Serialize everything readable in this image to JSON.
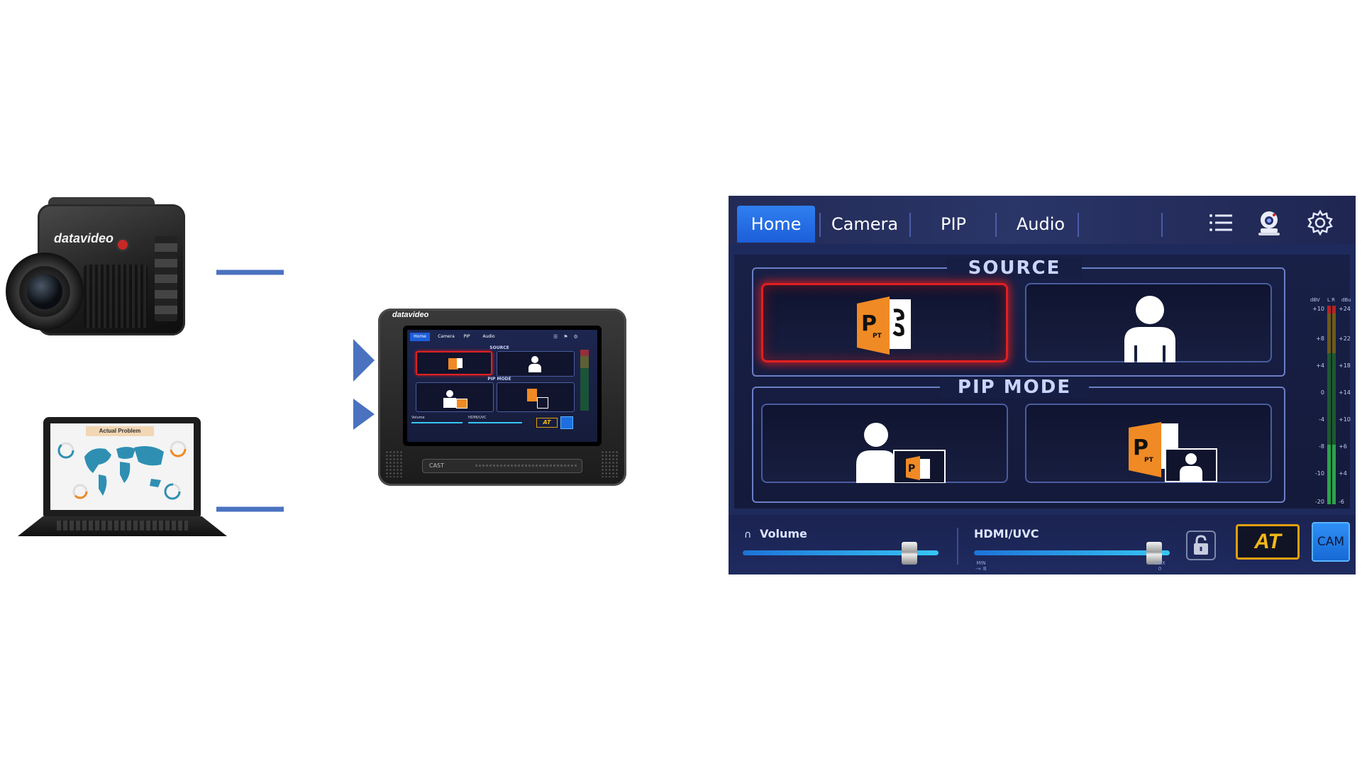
{
  "camera": {
    "brand": "datavideo"
  },
  "laptop": {
    "slide_title": "Actual Problem"
  },
  "device": {
    "brand": "datavideo",
    "footer_logo": "CAST",
    "mini_tabs": [
      "Home",
      "Camera",
      "PIP",
      "Audio"
    ],
    "mini_source": "SOURCE",
    "mini_pip": "PIP MODE",
    "mini_volume": "Volume",
    "mini_hdmi": "HDMI/UVC",
    "mini_at": "AT"
  },
  "panel": {
    "tabs": [
      {
        "label": "Home",
        "active": true
      },
      {
        "label": "Camera",
        "active": false
      },
      {
        "label": "PIP",
        "active": false
      },
      {
        "label": "Audio",
        "active": false
      }
    ],
    "icons": [
      "list-icon",
      "ptz-camera-icon",
      "gear-icon"
    ],
    "source_title": "SOURCE",
    "pip_title": "PIP MODE",
    "meter": {
      "left_header": "dBV",
      "mid_header": "L R",
      "right_header": "dBu",
      "left_scale": [
        "+10",
        "+8",
        "+4",
        "0",
        "-4",
        "-8",
        "-10",
        "-20"
      ],
      "right_scale": [
        "+24",
        "+22",
        "+18",
        "+14",
        "+10",
        "+6",
        "+4",
        "-6"
      ]
    },
    "volume_label": "Volume",
    "volume_level": 0.85,
    "hdmi_label": "HDMI/UVC",
    "hdmi_level": 0.92,
    "hdmi_min": "MIN",
    "hdmi_min_sub": "-∞ B",
    "hdmi_max": "MAX",
    "hdmi_max_sub": "0",
    "at_label": "AT",
    "cam_label": "CAM"
  },
  "colors": {
    "arrow": "#4a72c0",
    "accent": "#1d5ed8",
    "selected": "#e02020",
    "orange": "#f08a24",
    "at_gold": "#f2b817"
  }
}
